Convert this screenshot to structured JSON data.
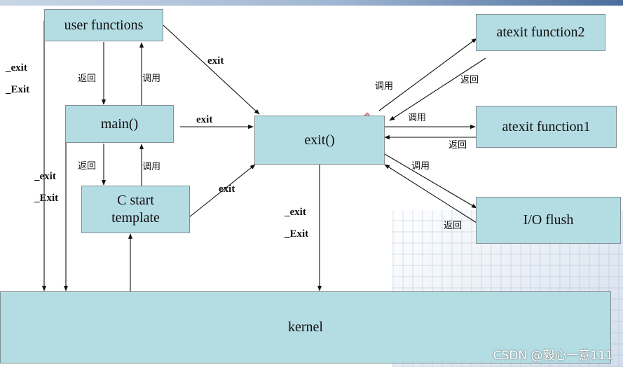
{
  "boxes": {
    "user_functions": "user functions",
    "main": "main()",
    "c_start_line1": "C start",
    "c_start_line2": "template",
    "exit": "exit()",
    "atexit2": "atexit function2",
    "atexit1": "atexit function1",
    "io_flush": "I/O flush",
    "kernel": "kernel"
  },
  "labels": {
    "exit": "exit",
    "underscore_exit": "_exit",
    "underscore_Exit": "_Exit",
    "call": "调用",
    "return": "返回"
  },
  "watermark": "CSDN @毅心一意111",
  "colors": {
    "box_fill": "#b4dce3",
    "box_border": "#7f8f93",
    "line": "#111111"
  }
}
